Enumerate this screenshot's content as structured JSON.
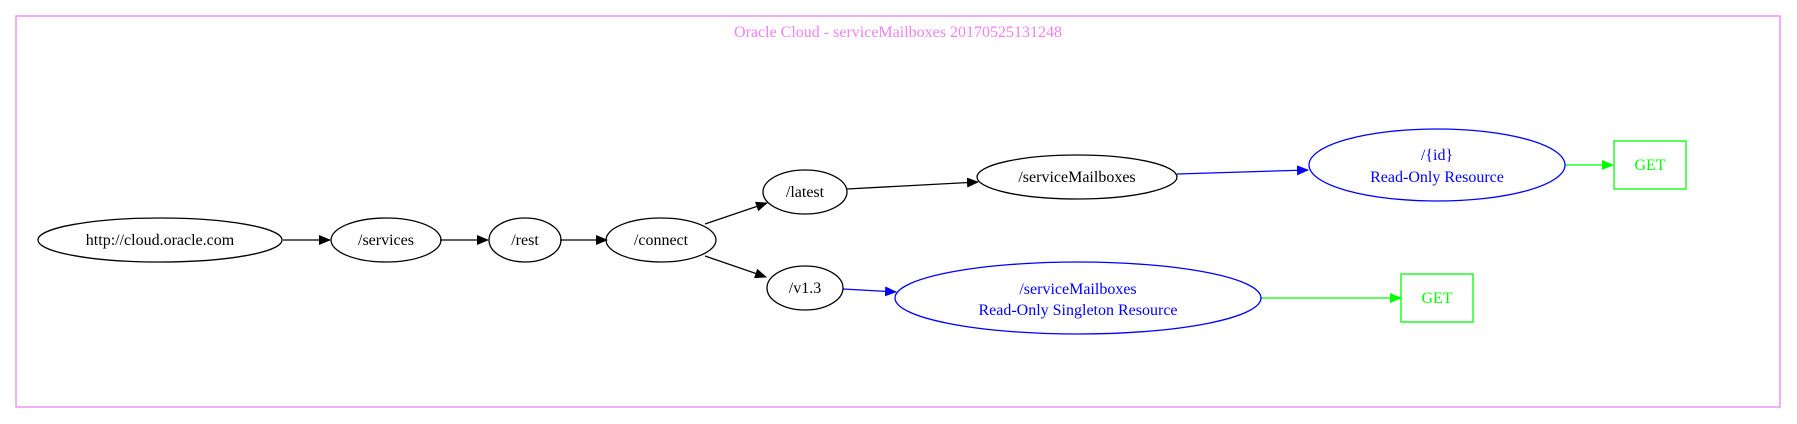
{
  "diagram": {
    "title": "Oracle Cloud - serviceMailboxes 20170525131248",
    "colors": {
      "cluster": "#ee82ee",
      "black": "#000000",
      "resource": "#0000ff",
      "method": "#00ff00"
    },
    "nodes": {
      "root": "http://cloud.oracle.com",
      "services": "/services",
      "rest": "/rest",
      "connect": "/connect",
      "latest": "/latest",
      "v13": "/v1.3",
      "service_mailboxes_path": "/serviceMailboxes",
      "id_resource": {
        "line1": "/{id}",
        "line2": "Read-Only Resource"
      },
      "singleton_resource": {
        "line1": "/serviceMailboxes",
        "line2": "Read-Only Singleton Resource"
      },
      "get_top": "GET",
      "get_bottom": "GET"
    }
  }
}
